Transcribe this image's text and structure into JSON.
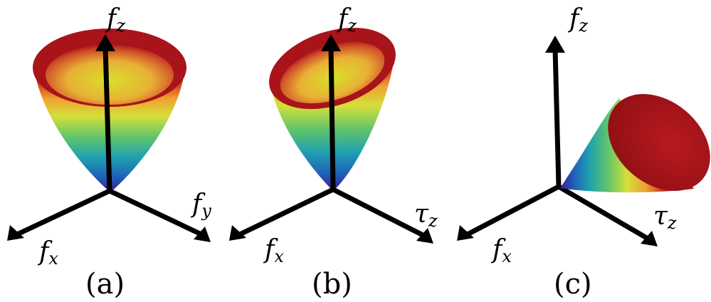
{
  "panels": [
    {
      "caption": "(a)",
      "axis_labels": {
        "up": {
          "base": "f",
          "sub": "z"
        },
        "left": {
          "base": "f",
          "sub": "x"
        },
        "right": {
          "base": "f",
          "sub": "y"
        }
      }
    },
    {
      "caption": "(b)",
      "axis_labels": {
        "up": {
          "base": "f",
          "sub": "z"
        },
        "left": {
          "base": "f",
          "sub": "x"
        },
        "right": {
          "base": "τ",
          "sub": "z"
        }
      }
    },
    {
      "caption": "(c)",
      "axis_labels": {
        "up": {
          "base": "f",
          "sub": "z"
        },
        "left": {
          "base": "f",
          "sub": "x"
        },
        "right": {
          "base": "τ",
          "sub": "z"
        }
      }
    }
  ],
  "colors": {
    "axis": "#000000",
    "cone_rim": "#a8141a",
    "cone_gradient": [
      "#3a1a8c",
      "#1a7ec0",
      "#3fbf7f",
      "#d6df3a",
      "#f0a030",
      "#c4221f",
      "#a8141a"
    ]
  }
}
